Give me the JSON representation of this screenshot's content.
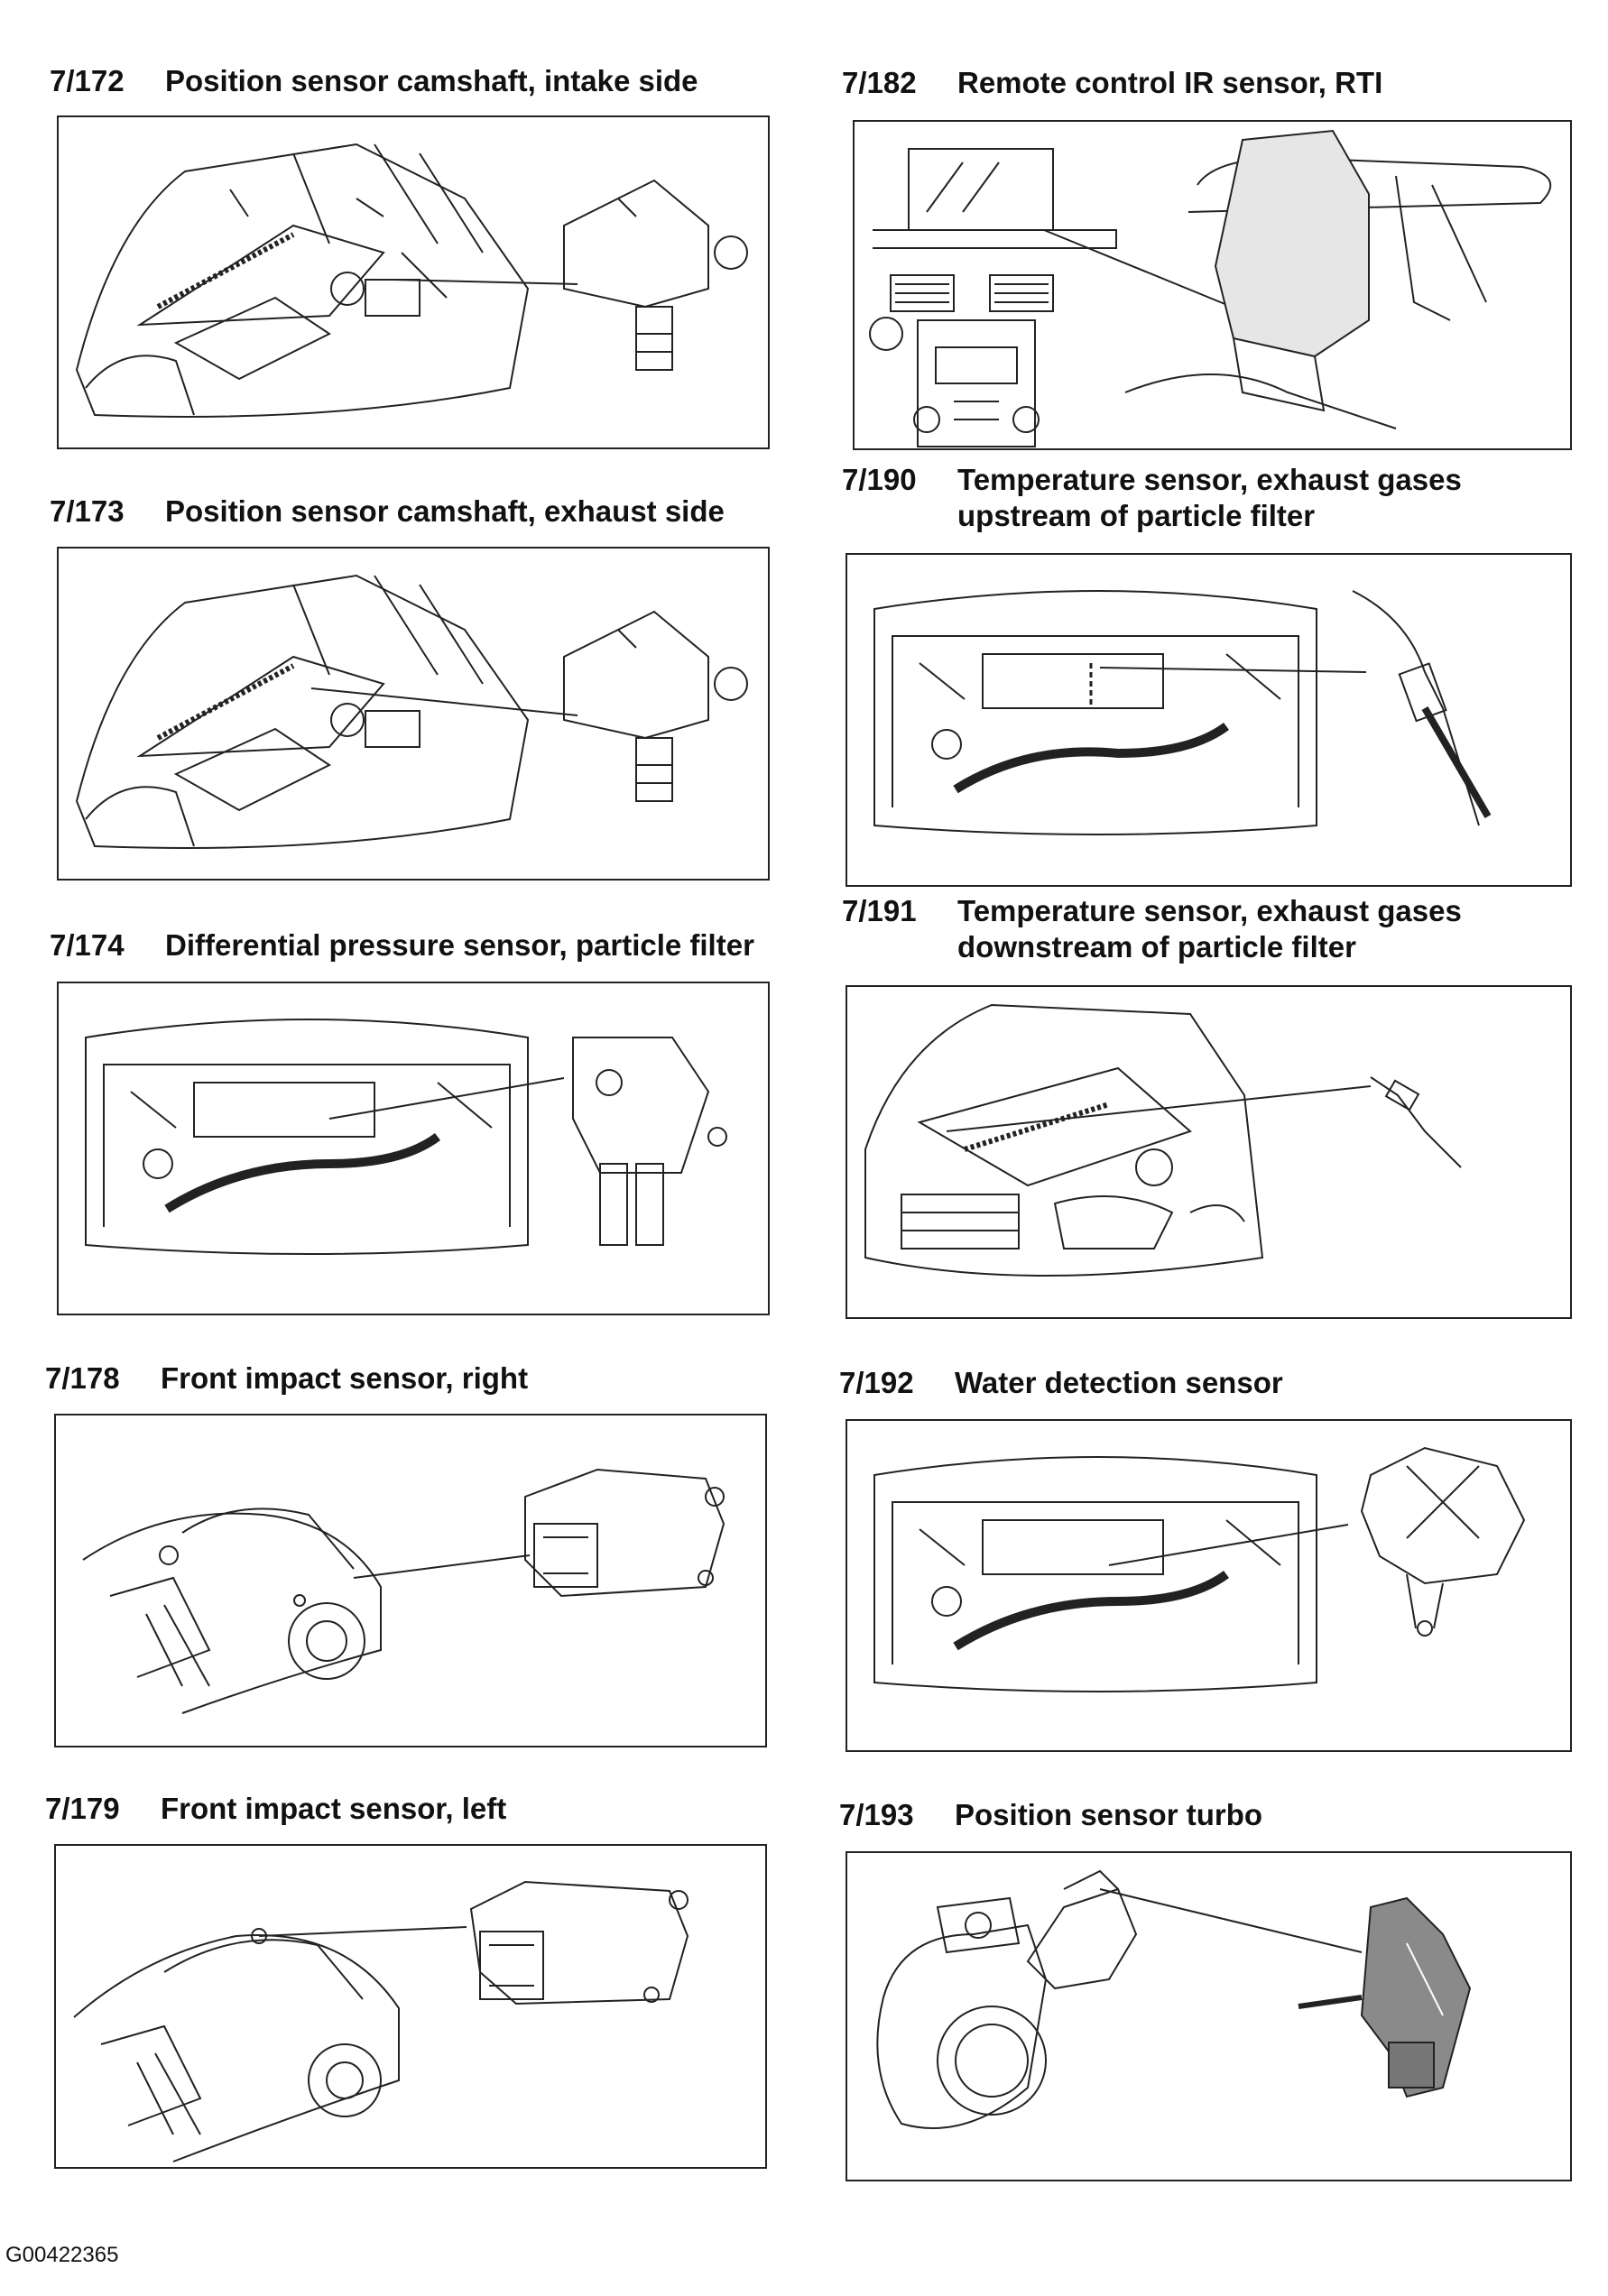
{
  "entries": [
    {
      "code": "7/172",
      "title_line1": "Position sensor camshaft, intake side",
      "title_line2": "",
      "illustration": "engine-bay-camshaft-sensor"
    },
    {
      "code": "7/173",
      "title_line1": "Position sensor camshaft, exhaust side",
      "title_line2": "",
      "illustration": "engine-bay-camshaft-sensor"
    },
    {
      "code": "7/174",
      "title_line1": "Differential pressure sensor, particle filter",
      "title_line2": "",
      "illustration": "engine-bay-pressure-sensor"
    },
    {
      "code": "7/178",
      "title_line1": "Front impact sensor, right",
      "title_line2": "",
      "illustration": "car-front-impact-sensor"
    },
    {
      "code": "7/179",
      "title_line1": "Front impact sensor, left",
      "title_line2": "",
      "illustration": "car-front-impact-sensor"
    },
    {
      "code": "7/182",
      "title_line1": "Remote control IR sensor, RTI",
      "title_line2": "",
      "illustration": "dashboard-ir-sensor"
    },
    {
      "code": "7/190",
      "title_line1": "Temperature sensor, exhaust gases",
      "title_line2": "upstream of particle filter",
      "illustration": "engine-bay-temperature-sensor"
    },
    {
      "code": "7/191",
      "title_line1": "Temperature sensor, exhaust gases",
      "title_line2": "downstream of particle filter",
      "illustration": "car-front-temperature-sensor"
    },
    {
      "code": "7/192",
      "title_line1": "Water detection sensor",
      "title_line2": "",
      "illustration": "engine-bay-water-sensor"
    },
    {
      "code": "7/193",
      "title_line1": "Position sensor turbo",
      "title_line2": "",
      "illustration": "turbo-position-sensor"
    }
  ],
  "footer": {
    "figure_id": "G00422365"
  }
}
